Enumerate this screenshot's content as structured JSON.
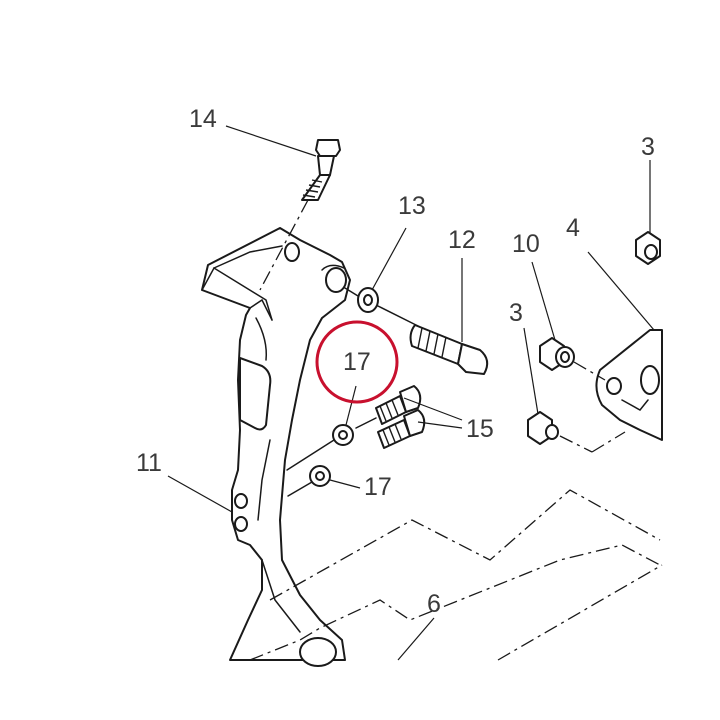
{
  "diagram": {
    "highlight_color": "#c8102e",
    "line_color": "#1a1a1a",
    "label_color": "#3a3a3a",
    "callouts": {
      "c14": "14",
      "c13": "13",
      "c12": "12",
      "c10": "10",
      "c4": "4",
      "c3_top": "3",
      "c3_mid": "3",
      "c17_highlight": "17",
      "c15": "15",
      "c17_lower": "17",
      "c11": "11",
      "c6": "6"
    }
  }
}
